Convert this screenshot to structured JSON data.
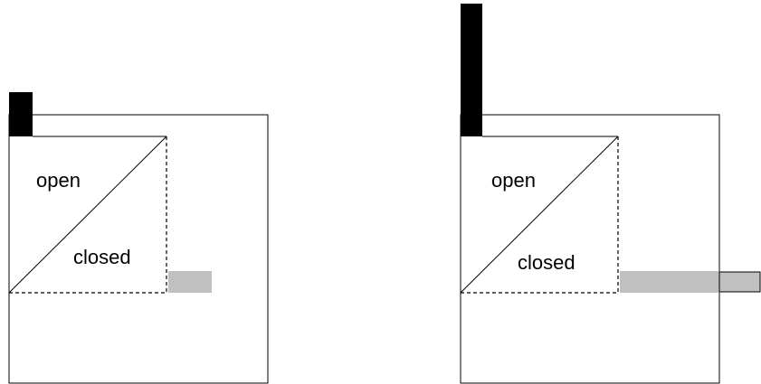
{
  "colors": {
    "outline": "#000000",
    "filled_block": "#000000",
    "gray_bar": "#c0c0c0",
    "background": "#ffffff"
  },
  "left_diagram": {
    "label_open": "open",
    "label_closed": "closed"
  },
  "right_diagram": {
    "label_open": "open",
    "label_closed": "closed"
  }
}
